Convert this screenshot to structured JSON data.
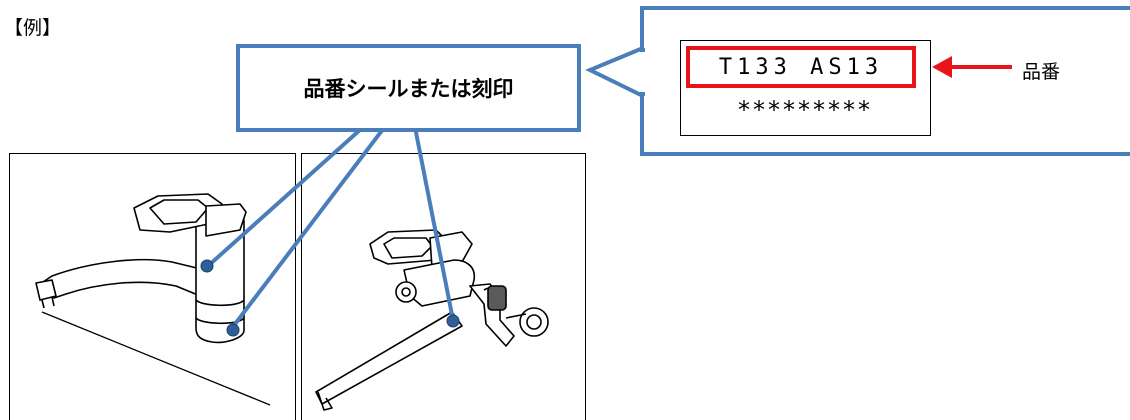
{
  "example_label": "【例】",
  "seal_label": "品番シールまたは刻印",
  "plate": {
    "model_number": "T133 AS13",
    "serial_mask": "*********"
  },
  "model_number_label": "品番",
  "colors": {
    "callout_border": "#4a7ebb",
    "leader_line": "#4a7ebb",
    "marker_dot": "#2f5f9a",
    "highlight_red": "#e8141a"
  },
  "icons": [
    "deck-mounted-faucet-illustration",
    "wall-mounted-faucet-illustration",
    "arrow-left-icon"
  ]
}
